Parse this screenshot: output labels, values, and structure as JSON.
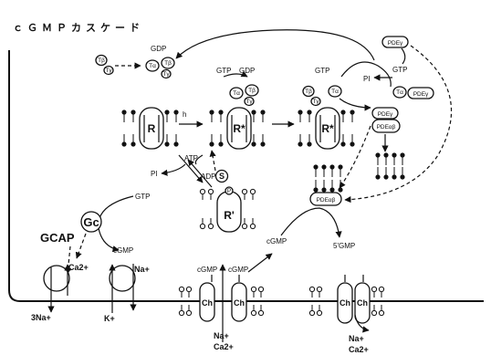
{
  "title": "ｃＧＭＰカスケード",
  "labels": {
    "gdp_left": "GDP",
    "gtp_mid": "GTP",
    "gdp_mid": "GDP",
    "gtp_right": "GTP",
    "gtp_far": "GTP",
    "pi_right": "PI",
    "pi_left": "PI",
    "atp": "ATP",
    "adp": "ADP",
    "gtp_gc": "GTP",
    "cgmp_gc": "cGMP",
    "cgmp_mid": "cGMP",
    "five_gmp": "5'GMP",
    "cgmp_ch1": "cGMP",
    "cgmp_ch2": "cGMP",
    "h_nu": "h",
    "gcap": "GCAP"
  },
  "proteins": {
    "r1": "R",
    "r2": "R*",
    "r3": "R*",
    "r_prime": "R'",
    "s": "S",
    "p": "P",
    "gc": "Gc",
    "t_beta": "Tβ",
    "t_gamma": "Tγ",
    "t_alpha": "Tα",
    "pde_gamma": "PDEγ",
    "pde_ab": "PDEαβ",
    "ch": "Ch"
  },
  "ions": {
    "na_3": "3Na+",
    "ca_ex": "Ca2+",
    "k": "K+",
    "na_ex": "Na+",
    "na_ch1": "Na+",
    "ca_ch1": "Ca2+",
    "na_ch2": "Na+",
    "ca_ch2": "Ca2+"
  }
}
